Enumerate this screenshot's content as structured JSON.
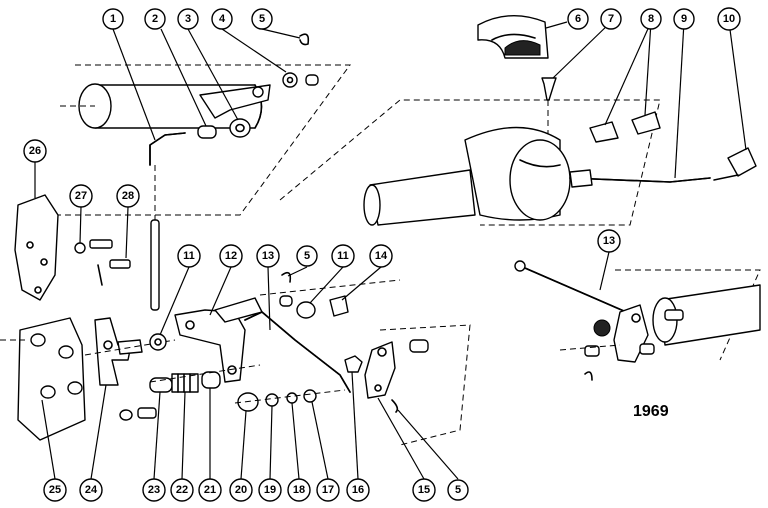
{
  "year_label": "1969",
  "callouts": [
    {
      "id": "c1",
      "label": "1"
    },
    {
      "id": "c2",
      "label": "2"
    },
    {
      "id": "c3",
      "label": "3"
    },
    {
      "id": "c4",
      "label": "4"
    },
    {
      "id": "c5a",
      "label": "5"
    },
    {
      "id": "c6",
      "label": "6"
    },
    {
      "id": "c7",
      "label": "7"
    },
    {
      "id": "c8",
      "label": "8"
    },
    {
      "id": "c9",
      "label": "9"
    },
    {
      "id": "c10",
      "label": "10"
    },
    {
      "id": "c26",
      "label": "26"
    },
    {
      "id": "c27",
      "label": "27"
    },
    {
      "id": "c28",
      "label": "28"
    },
    {
      "id": "c11a",
      "label": "11"
    },
    {
      "id": "c12",
      "label": "12"
    },
    {
      "id": "c13a",
      "label": "13"
    },
    {
      "id": "c5b",
      "label": "5"
    },
    {
      "id": "c11b",
      "label": "11"
    },
    {
      "id": "c14",
      "label": "14"
    },
    {
      "id": "c13b",
      "label": "13"
    },
    {
      "id": "c25",
      "label": "25"
    },
    {
      "id": "c24",
      "label": "24"
    },
    {
      "id": "c23",
      "label": "23"
    },
    {
      "id": "c22",
      "label": "22"
    },
    {
      "id": "c21",
      "label": "21"
    },
    {
      "id": "c20",
      "label": "20"
    },
    {
      "id": "c19",
      "label": "19"
    },
    {
      "id": "c18",
      "label": "18"
    },
    {
      "id": "c17",
      "label": "17"
    },
    {
      "id": "c16",
      "label": "16"
    },
    {
      "id": "c15",
      "label": "15"
    },
    {
      "id": "c5c",
      "label": "5"
    }
  ]
}
